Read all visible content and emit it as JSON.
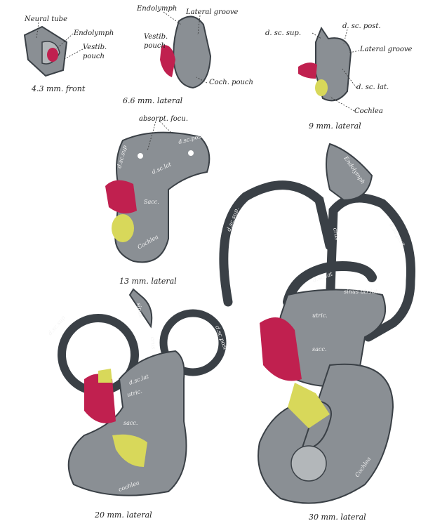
{
  "figures": [
    {
      "caption": "4.3 mm. front",
      "labels": [
        "Neural tube",
        "Endolymph",
        "Vestib.",
        "pouch"
      ]
    },
    {
      "caption": "6.6 mm. lateral",
      "labels": [
        "Endolymph",
        "Lateral groove",
        "Vestib.",
        "pouch",
        "Coch. pouch"
      ]
    },
    {
      "caption": "9 mm. lateral",
      "labels": [
        "d. sc. sup.",
        "d. sc. post.",
        "Lateral groove",
        "d. sc. lat.",
        "Cochlea"
      ]
    },
    {
      "caption": "13 mm. lateral",
      "labels": [
        "absorpt. focu.",
        "d.sc.sup",
        "d.sc.post",
        "d.sc.lat",
        "Sacc.",
        "Cochlea"
      ]
    },
    {
      "caption": "20 mm. lateral",
      "labels": [
        "d.sc.sup",
        "sinus",
        "crus",
        "d.sc.post",
        "d.sc.lat",
        "utric.",
        "sacc.",
        "cochlea"
      ]
    },
    {
      "caption": "30 mm. lateral",
      "labels": [
        "d.sc.sup.",
        "Endolymph",
        "crus",
        "d.sc.post",
        "d.sc.lat",
        "sinus utr.lat.",
        "utric.",
        "sacc.",
        "Cochlea"
      ]
    }
  ],
  "colors": {
    "membrane": "#8a8f94",
    "nerve": "#c0204f",
    "ganglion": "#d8d85a"
  }
}
